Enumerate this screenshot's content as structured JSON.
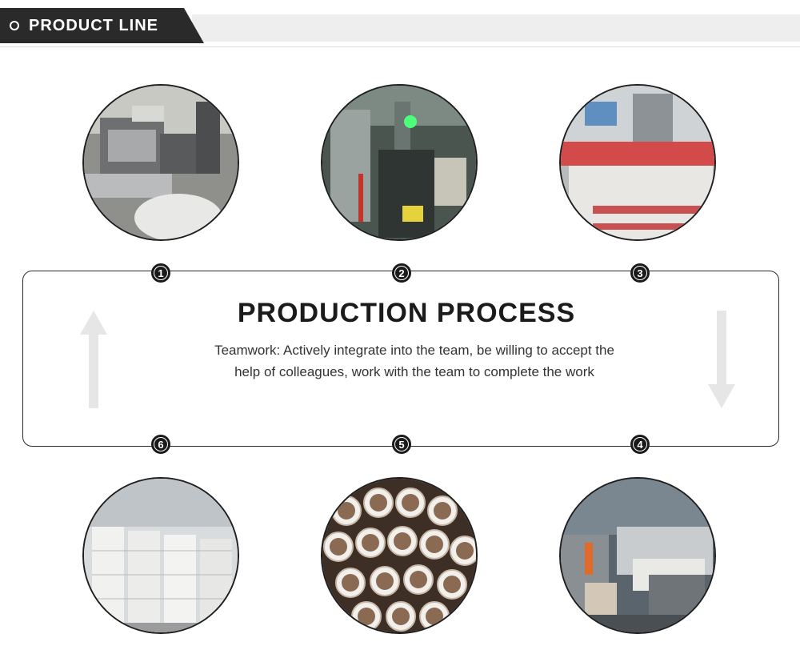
{
  "header": {
    "title": "PRODUCT LINE",
    "icon": "circle-bullet-icon"
  },
  "process": {
    "title": "PRODUCTION PROCESS",
    "description": "Teamwork: Actively integrate into the team, be willing to accept the help of colleagues, work with the team to complete the work"
  },
  "steps": [
    {
      "number": "1"
    },
    {
      "number": "2"
    },
    {
      "number": "3"
    },
    {
      "number": "4"
    },
    {
      "number": "5"
    },
    {
      "number": "6"
    }
  ],
  "colors": {
    "dark": "#1a1a1a",
    "banner_light": "#eeeeee",
    "arrow": "#e3e3e3"
  }
}
